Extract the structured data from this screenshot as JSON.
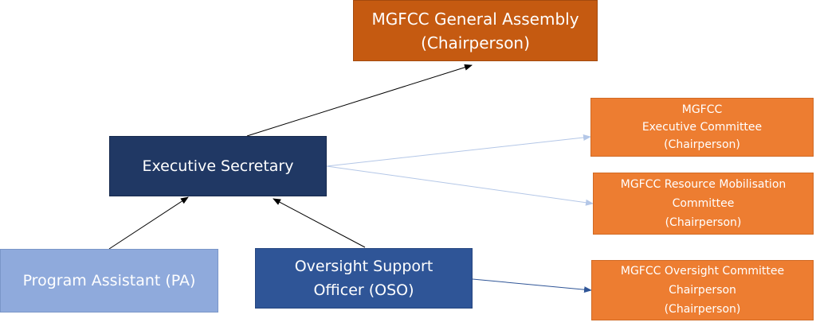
{
  "colors": {
    "general_assembly": "#c55a11",
    "executive_secretary": "#203864",
    "committee": "#ed7d31",
    "program_assistant": "#8faadc",
    "oso": "#2f5597",
    "arrow_dark": "#000000",
    "arrow_light": "#b4c7e7",
    "arrow_blue": "#2f5597"
  },
  "nodes": {
    "general_assembly": {
      "line1": "MGFCC General Assembly",
      "line2": "(Chairperson)"
    },
    "executive_secretary": {
      "label": "Executive Secretary"
    },
    "executive_committee": {
      "line1": "MGFCC",
      "line2": "Executive Committee",
      "line3": "(Chairperson)"
    },
    "resource_mobilisation_committee": {
      "line1": "MGFCC Resource Mobilisation",
      "line2": "Committee",
      "line3": "(Chairperson)"
    },
    "oversight_committee": {
      "line1": "MGFCC Oversight Committee",
      "line2": "Chairperson",
      "line3": "(Chairperson)"
    },
    "program_assistant": {
      "label": "Program Assistant (PA)"
    },
    "oversight_support_officer": {
      "line1": "Oversight Support",
      "line2": "Officer (OSO)"
    }
  },
  "edges": [
    {
      "from": "executive_secretary",
      "to": "general_assembly",
      "style": "dark"
    },
    {
      "from": "executive_secretary",
      "to": "executive_committee",
      "style": "light"
    },
    {
      "from": "executive_secretary",
      "to": "resource_mobilisation_committee",
      "style": "light"
    },
    {
      "from": "program_assistant",
      "to": "executive_secretary",
      "style": "dark"
    },
    {
      "from": "oversight_support_officer",
      "to": "executive_secretary",
      "style": "dark"
    },
    {
      "from": "oversight_support_officer",
      "to": "oversight_committee",
      "style": "blue"
    }
  ]
}
